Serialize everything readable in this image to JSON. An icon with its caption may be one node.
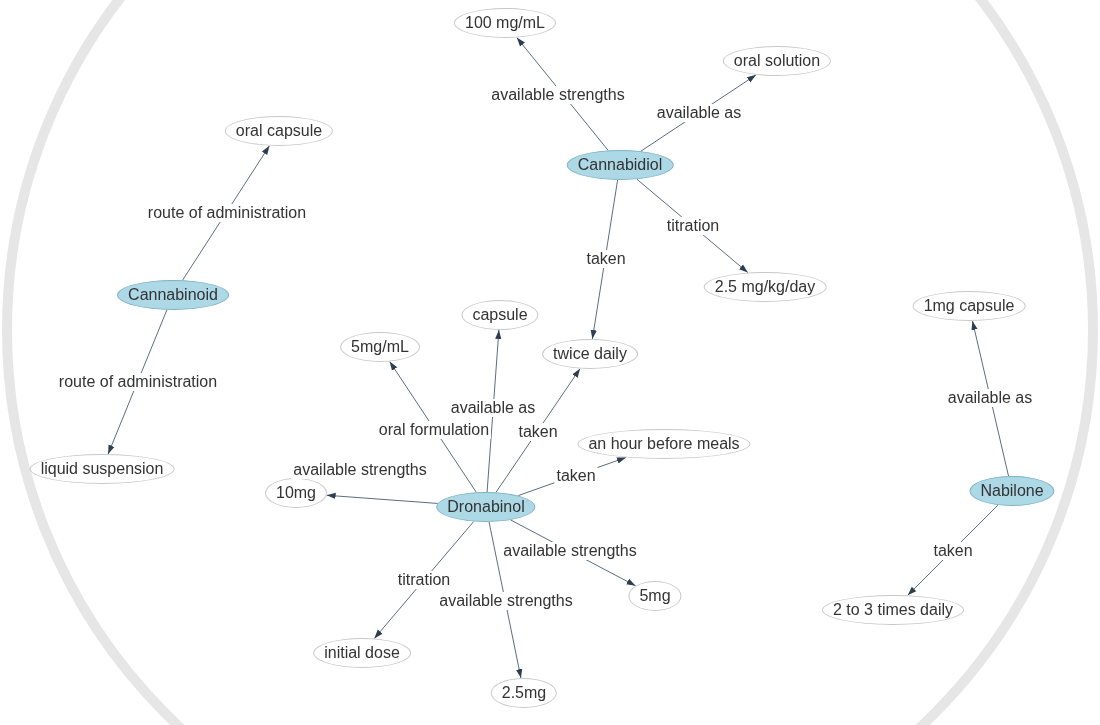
{
  "diagram": {
    "nodes": [
      {
        "text": [
          "100 mg/mL"
        ]
      },
      {
        "text": [
          "oral solution"
        ]
      },
      {
        "text": [
          "oral capsule"
        ]
      },
      {
        "text": [
          "Cannabidiol"
        ]
      },
      {
        "text": [
          "2.5 mg/kg/day"
        ]
      },
      {
        "text": [
          "Cannabinoid"
        ]
      },
      {
        "text": [
          "1mg capsule"
        ]
      },
      {
        "text": [
          "capsule"
        ]
      },
      {
        "text": [
          "5mg/mL"
        ]
      },
      {
        "text": [
          "twice daily"
        ]
      },
      {
        "text": [
          "an hour before meals"
        ]
      },
      {
        "text": [
          "liquid suspension"
        ]
      },
      {
        "text": [
          "Nabilone"
        ]
      },
      {
        "text": [
          "10mg"
        ]
      },
      {
        "text": [
          "Dronabinol"
        ]
      },
      {
        "text": [
          "5mg"
        ]
      },
      {
        "text": [
          "2 to 3 times daily"
        ]
      },
      {
        "text": [
          "initial dose"
        ]
      },
      {
        "text": [
          "2.5mg"
        ]
      }
    ],
    "edges": [
      {
        "from": 3,
        "to": 0,
        "arrow": "to",
        "label": "available strengths"
      },
      {
        "from": 3,
        "to": 1,
        "arrow": "to",
        "label": "available as"
      },
      {
        "from": 3,
        "to": 4,
        "arrow": "to",
        "label": "titration"
      },
      {
        "from": 3,
        "to": 9,
        "arrow": "to",
        "label": "taken"
      },
      {
        "from": 5,
        "to": 2,
        "arrow": "to",
        "label": "route of administration"
      },
      {
        "from": 5,
        "to": 11,
        "arrow": "to",
        "label": "route of administration"
      },
      {
        "from": 12,
        "to": 6,
        "arrow": "to",
        "label": "available as"
      },
      {
        "from": 12,
        "to": 16,
        "arrow": "to",
        "label": "taken"
      },
      {
        "from": 14,
        "to": 8,
        "arrow": "to",
        "label": "oral formulation"
      },
      {
        "from": 14,
        "to": 7,
        "arrow": "to",
        "label": "available as"
      },
      {
        "from": 14,
        "to": 9,
        "arrow": "to",
        "label": "taken"
      },
      {
        "from": 14,
        "to": 10,
        "arrow": "to",
        "label": "taken"
      },
      {
        "from": 14,
        "to": 13,
        "arrow": "to",
        "label": "available strengths"
      },
      {
        "from": 14,
        "to": 15,
        "arrow": "to",
        "label": "available strengths"
      },
      {
        "from": 14,
        "to": 17,
        "arrow": "to",
        "label": "titration"
      },
      {
        "from": 14,
        "to": 18,
        "arrow": "to",
        "label": "available strengths"
      }
    ]
  }
}
